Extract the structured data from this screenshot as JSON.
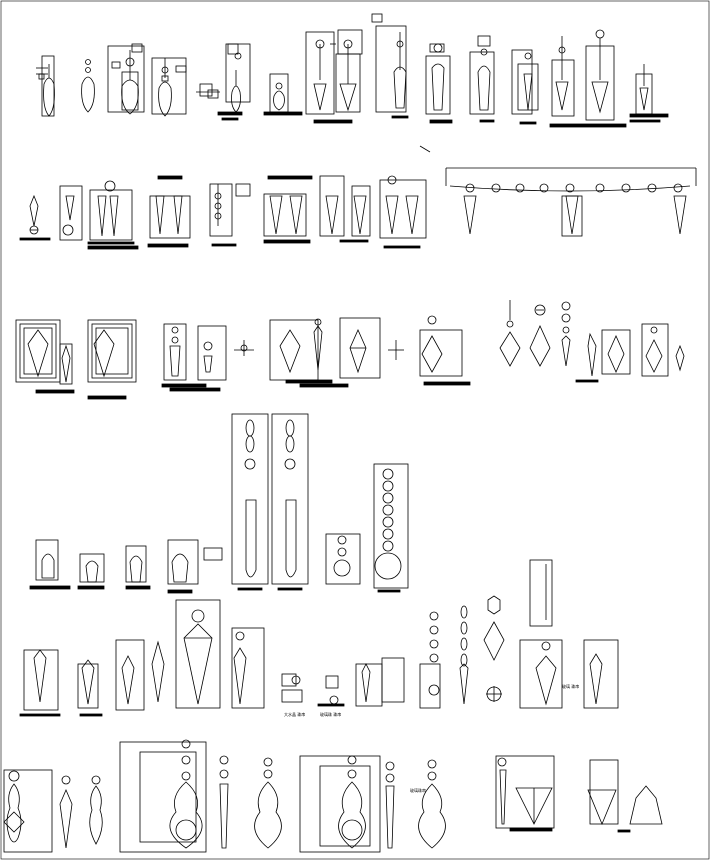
{
  "drawing": {
    "kind": "crystal pendant parts CAD sheet",
    "line_color": "#000000",
    "background": "#ffffff",
    "annotations": [
      "大水晶 珠串",
      "玻璃珠 珠串",
      "玻璃 珠串",
      "玻璃珠串"
    ]
  }
}
